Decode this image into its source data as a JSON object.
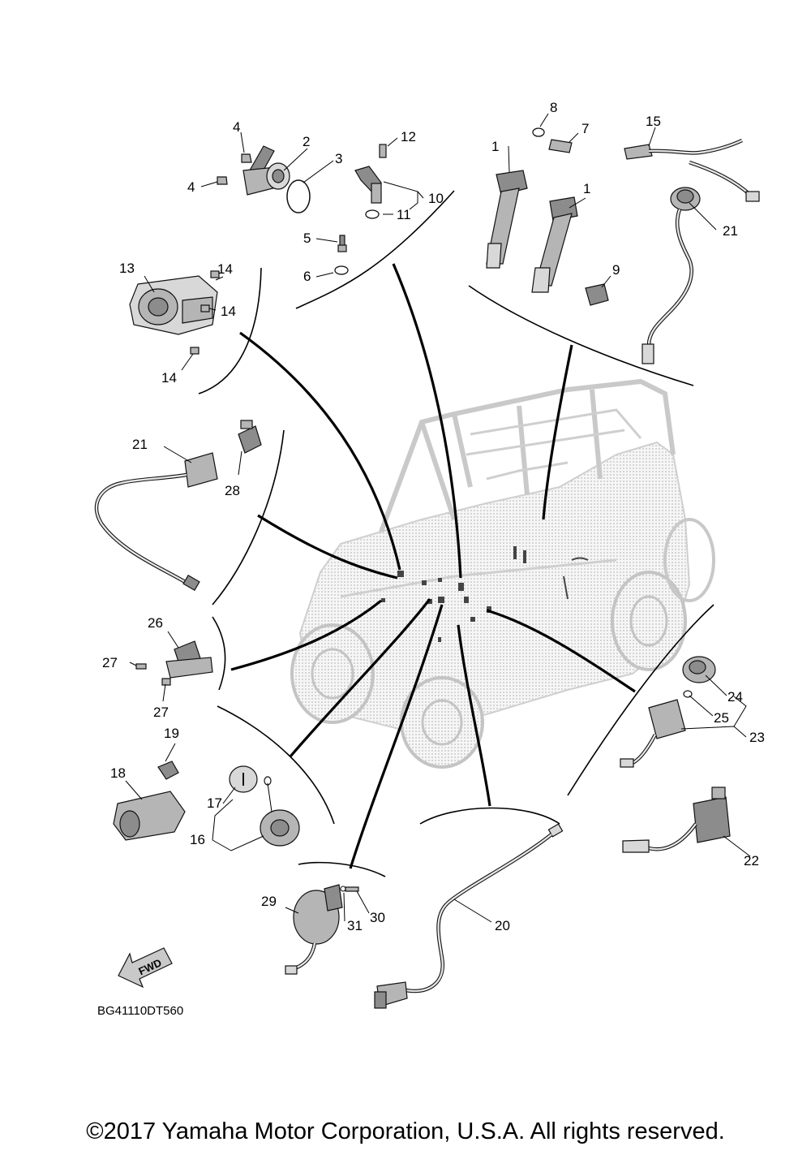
{
  "diagram": {
    "callouts": {
      "c1a": "1",
      "c1b": "1",
      "c2": "2",
      "c3": "3",
      "c4a": "4",
      "c4b": "4",
      "c5": "5",
      "c6": "6",
      "c7": "7",
      "c8": "8",
      "c9": "9",
      "c10": "10",
      "c11": "11",
      "c12": "12",
      "c13": "13",
      "c14a": "14",
      "c14b": "14",
      "c14c": "14",
      "c15": "15",
      "c16": "16",
      "c17": "17",
      "c18": "18",
      "c19": "19",
      "c20": "20",
      "c21a": "21",
      "c21b": "21",
      "c22": "22",
      "c23": "23",
      "c24": "24",
      "c25": "25",
      "c26": "26",
      "c27a": "27",
      "c27b": "27",
      "c28": "28",
      "c29": "29",
      "c30": "30",
      "c31": "31"
    },
    "diagram_code": "BG41110DT560",
    "fwd_label": "FWD"
  },
  "footer": {
    "copyright": "©2017 Yamaha Motor Corporation, U.S.A. All rights reserved."
  }
}
